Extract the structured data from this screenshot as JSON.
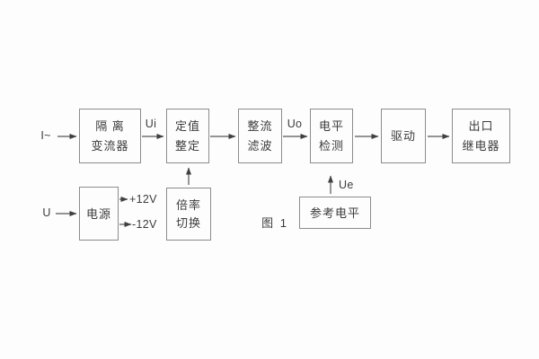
{
  "diagram": {
    "caption": "图 1",
    "inputs": {
      "current_input": "I~",
      "voltage_input": "U"
    },
    "signal_labels": {
      "ui": "Ui",
      "uo": "Uo",
      "ue": "Ue"
    },
    "power_rails": {
      "positive": "+12V",
      "negative": "-12V"
    },
    "blocks": {
      "isolation": {
        "line1": "隔 离",
        "line2": "变流器"
      },
      "setting": {
        "line1": "定值",
        "line2": "整定"
      },
      "rectifier": {
        "line1": "整流",
        "line2": "滤波"
      },
      "level_detect": {
        "line1": "电平",
        "line2": "检测"
      },
      "driver": {
        "line1": "驱动"
      },
      "output_relay": {
        "line1": "出口",
        "line2": "继电器"
      },
      "power_supply": {
        "line1": "电源"
      },
      "ratio_switch": {
        "line1": "倍率",
        "line2": "切换"
      },
      "reference_level": {
        "line1": "参考电平"
      }
    },
    "colors": {
      "background": "#fdfdfd",
      "line": "#4a4a4a",
      "box_border": "#8c8c8c",
      "text": "#3c3c3c"
    }
  }
}
